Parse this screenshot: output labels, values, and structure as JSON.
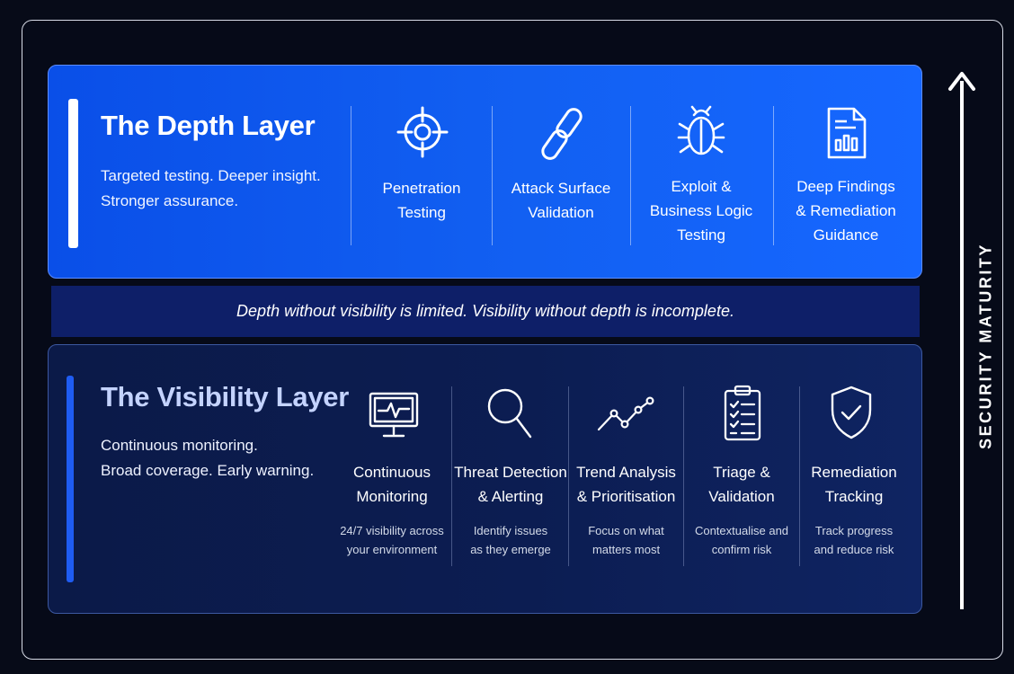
{
  "depth_layer": {
    "title": "The Depth Layer",
    "subtitle": "Targeted testing. Deeper insight.\nStronger assurance.",
    "items": [
      {
        "icon": "crosshair-icon",
        "label": "Penetration\nTesting"
      },
      {
        "icon": "chain-link-icon",
        "label": "Attack Surface\nValidation"
      },
      {
        "icon": "bug-icon",
        "label": "Exploit &\nBusiness Logic\nTesting"
      },
      {
        "icon": "report-document-icon",
        "label": "Deep Findings\n& Remediation\nGuidance"
      }
    ]
  },
  "banner": {
    "text": "Depth without visibility is limited. Visibility without depth is incomplete."
  },
  "visibility_layer": {
    "title": "The Visibility Layer",
    "subtitle": "Continuous monitoring.\nBroad coverage. Early warning.",
    "items": [
      {
        "icon": "monitor-pulse-icon",
        "label": "Continuous\nMonitoring",
        "description": "24/7 visibility across\nyour environment"
      },
      {
        "icon": "magnifier-icon",
        "label": "Threat Detection\n& Alerting",
        "description": "Identify issues\nas they emerge"
      },
      {
        "icon": "trend-line-icon",
        "label": "Trend Analysis\n& Prioritisation",
        "description": "Focus on what\nmatters most"
      },
      {
        "icon": "clipboard-checklist-icon",
        "label": "Triage &\nValidation",
        "description": "Contextualise and\nconfirm risk"
      },
      {
        "icon": "shield-check-icon",
        "label": "Remediation\nTracking",
        "description": "Track progress\nand reduce risk"
      }
    ]
  },
  "axis": {
    "label": "SECURITY MATURITY"
  },
  "colors": {
    "background": "#070b18",
    "depth_panel": "#1260f2",
    "banner": "#0e1f68",
    "visibility_panel": "#0c1d52",
    "visibility_title": "#c4d3ff",
    "accent_bar": "#1f5cf2"
  }
}
